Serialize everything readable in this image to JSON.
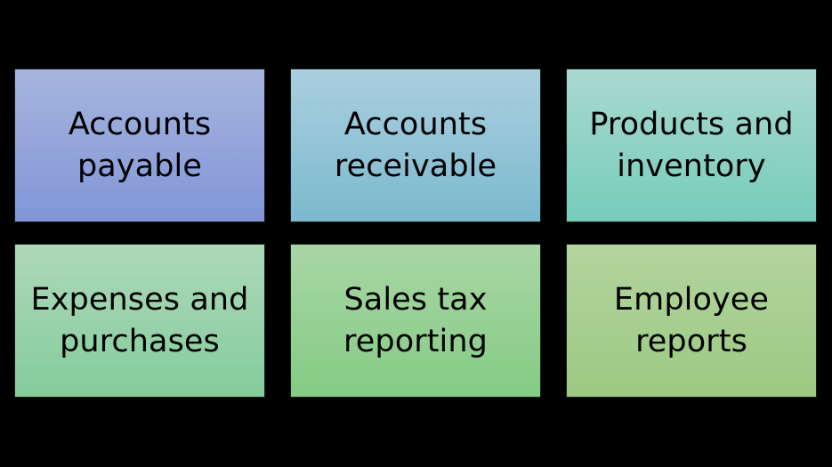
{
  "slide": {
    "background_color": "#000000",
    "text_color": "#000000",
    "layout": {
      "columns": 3,
      "rows": 2
    }
  },
  "cards": [
    {
      "label": "Accounts\npayable",
      "line1": "Accounts",
      "line2": "payable",
      "gradient_top": "#a5b5dd",
      "gradient_bottom": "#8296d8"
    },
    {
      "label": "Accounts\nreceivable",
      "line1": "Accounts",
      "line2": "receivable",
      "gradient_top": "#aacfdf",
      "gradient_bottom": "#7cb9ce"
    },
    {
      "label": "Products and\ninventory",
      "line1": "Products and",
      "line2": "inventory",
      "gradient_top": "#a9d9ce",
      "gradient_bottom": "#76ccbc"
    },
    {
      "label": "Expenses and\npurchases",
      "line1": "Expenses and",
      "line2": "purchases",
      "gradient_top": "#aed8b9",
      "gradient_bottom": "#84cc9c"
    },
    {
      "label": "Sales tax\nreporting",
      "line1": "Sales tax",
      "line2": "reporting",
      "gradient_top": "#a9d6a4",
      "gradient_bottom": "#84cb85"
    },
    {
      "label": "Employee\nreports",
      "line1": "Employee",
      "line2": "reports",
      "gradient_top": "#b3d49f",
      "gradient_bottom": "#9cc982"
    }
  ]
}
